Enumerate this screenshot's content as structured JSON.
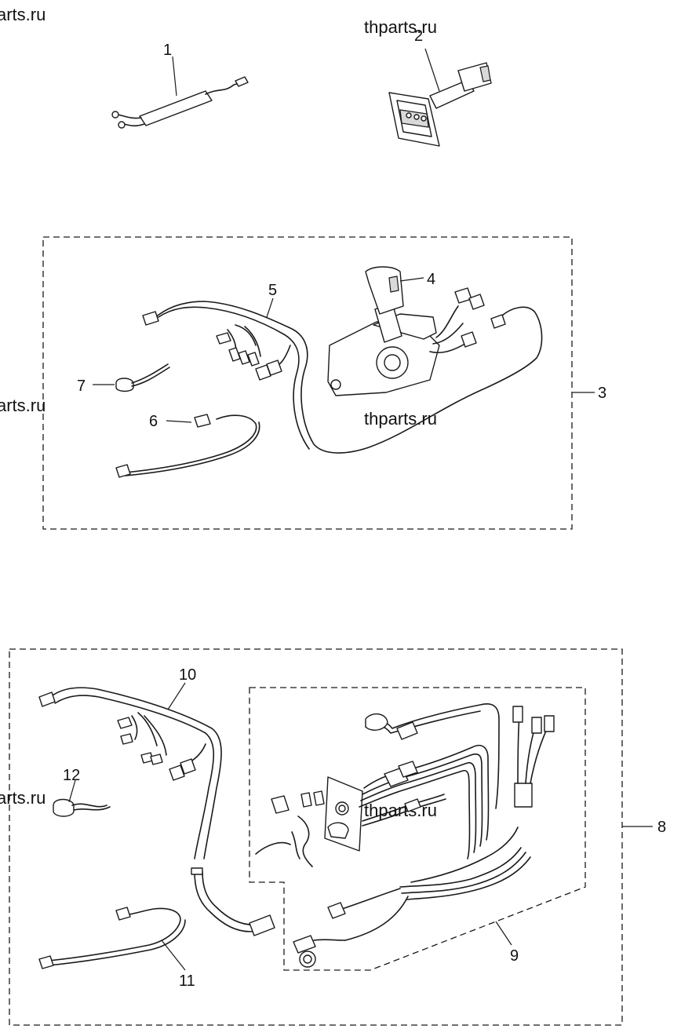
{
  "watermarks": [
    "arts.ru",
    "thparts.ru",
    "arts.ru",
    "thparts.ru",
    "arts.ru",
    "thparts.ru"
  ],
  "callouts": {
    "c1": "1",
    "c2": "2",
    "c3": "3",
    "c4": "4",
    "c5": "5",
    "c6": "6",
    "c7": "7",
    "c8": "8",
    "c9": "9",
    "c10": "10",
    "c11": "11",
    "c12": "12"
  }
}
